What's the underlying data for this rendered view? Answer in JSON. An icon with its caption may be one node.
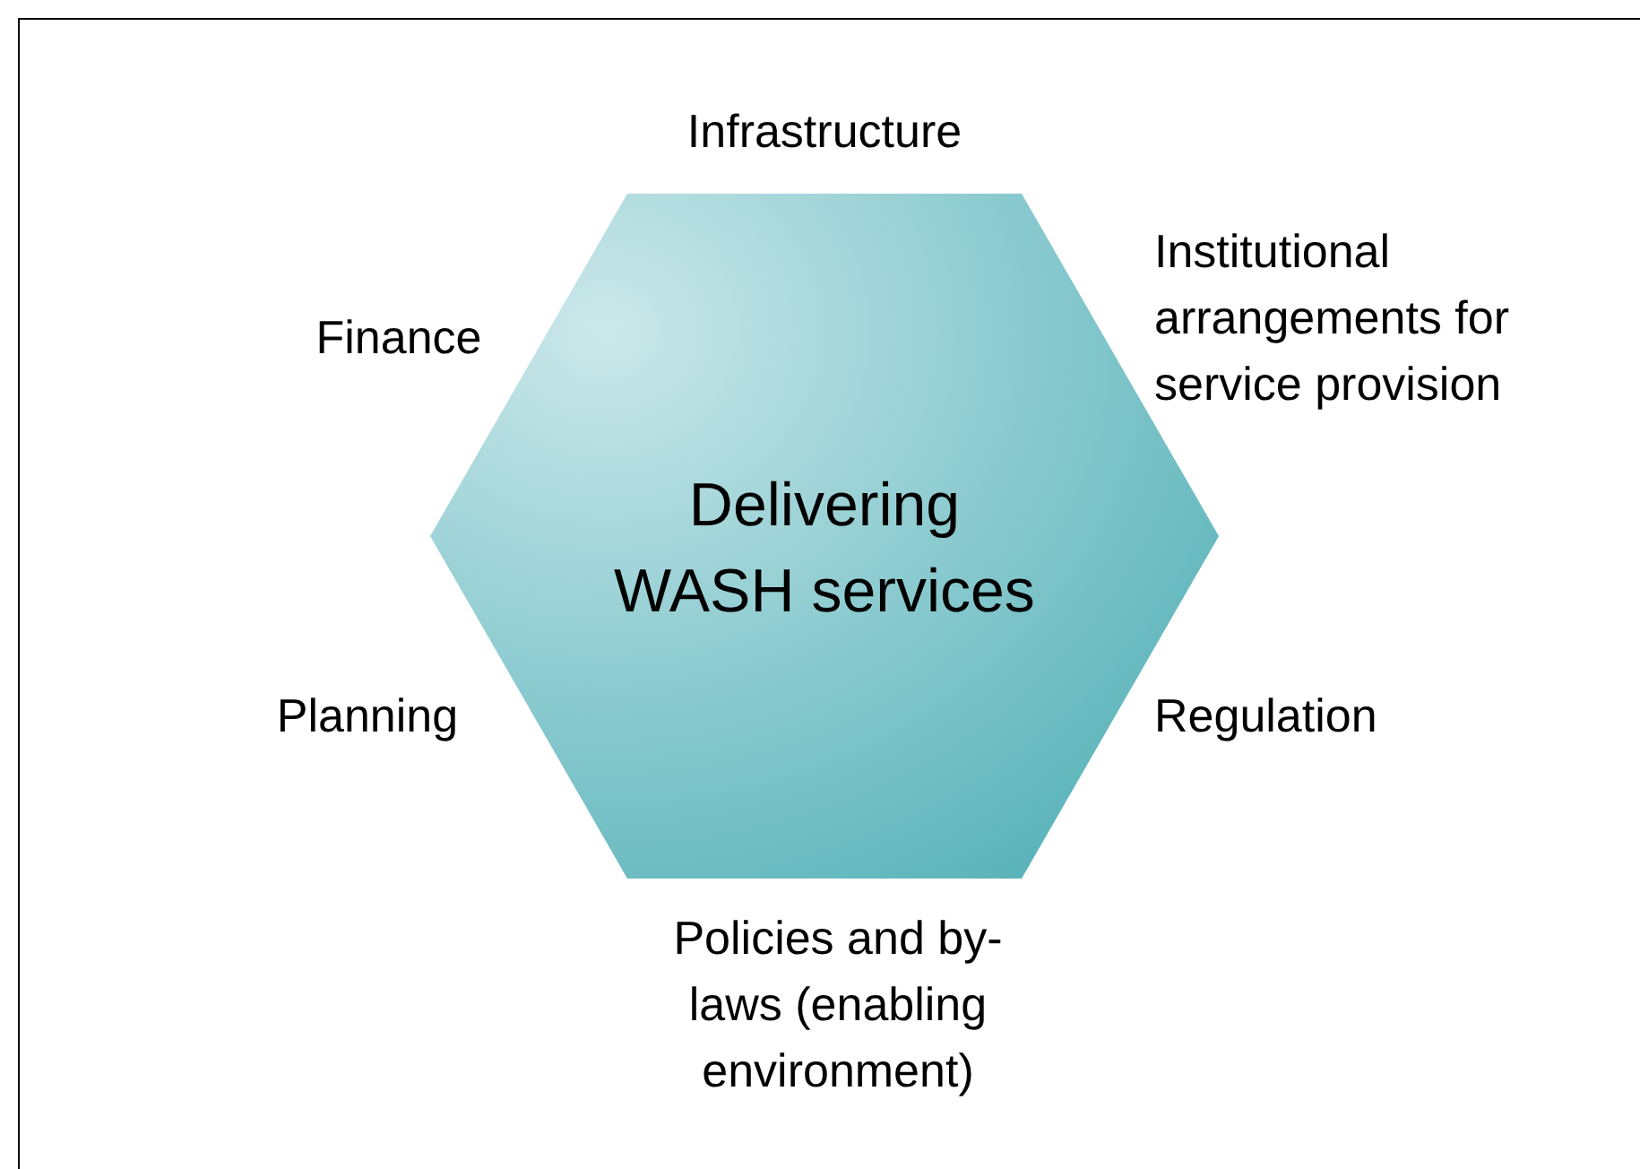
{
  "diagram": {
    "nodes": [
      {
        "text": [
          "Delivering WASH services"
        ]
      }
    ],
    "labels": [
      "Infrastructure",
      "Institutional arrangements for service provision",
      "Finance",
      "Planning",
      "Regulation",
      "Policies and by-laws (enabling environment)"
    ]
  }
}
